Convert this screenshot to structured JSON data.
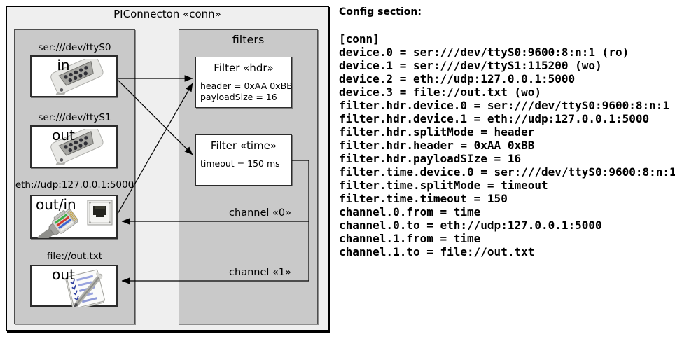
{
  "diagram": {
    "title": "PIConnecton «conn»",
    "devices_panel": {
      "devices": [
        {
          "uri": "ser:///dev/ttyS0",
          "role": "in",
          "icon": "serial-connector-icon"
        },
        {
          "uri": "ser:///dev/ttyS1",
          "role": "out",
          "icon": "serial-connector-icon"
        },
        {
          "uri": "eth://udp:127.0.0.1:5000",
          "role": "out/in",
          "icon": "ethernet-connector-icon"
        },
        {
          "uri": "file://out.txt",
          "role": "out",
          "icon": "notepad-pen-icon"
        }
      ]
    },
    "filters_panel": {
      "label": "filters",
      "filters": [
        {
          "title": "Filter «hdr»",
          "properties": [
            "header = 0xAA 0xBB",
            "payloadSize = 16"
          ]
        },
        {
          "title": "Filter «time»",
          "properties": [
            "timeout = 150 ms"
          ]
        }
      ]
    },
    "channels": [
      {
        "label": "channel «0»"
      },
      {
        "label": "channel «1»"
      }
    ]
  },
  "config": {
    "heading": "Config section:",
    "lines": [
      "[conn]",
      "device.0 = ser:///dev/ttyS0:9600:8:n:1 (ro)",
      "device.1 = ser:///dev/ttyS1:115200 (wo)",
      "device.2 = eth://udp:127.0.0.1:5000",
      "device.3 = file://out.txt (wo)",
      "filter.hdr.device.0 = ser:///dev/ttyS0:9600:8:n:1",
      "filter.hdr.device.1 = eth://udp:127.0.0.1:5000",
      "filter.hdr.splitMode = header",
      "filter.hdr.header = 0xAA 0xBB",
      "filter.hdr.payloadSIze = 16",
      "filter.time.device.0 = ser:///dev/ttyS0:9600:8:n:1",
      "filter.time.splitMode = timeout",
      "filter.time.timeout = 150",
      "channel.0.from = time",
      "channel.0.to = eth://udp:127.0.0.1:5000",
      "channel.1.from = time",
      "channel.1.to = file://out.txt"
    ]
  },
  "colors": {
    "outer_fill": "#efefef",
    "panel_fill": "#c9c9c9",
    "box_fill": "#ffffff",
    "line": "#000000"
  }
}
